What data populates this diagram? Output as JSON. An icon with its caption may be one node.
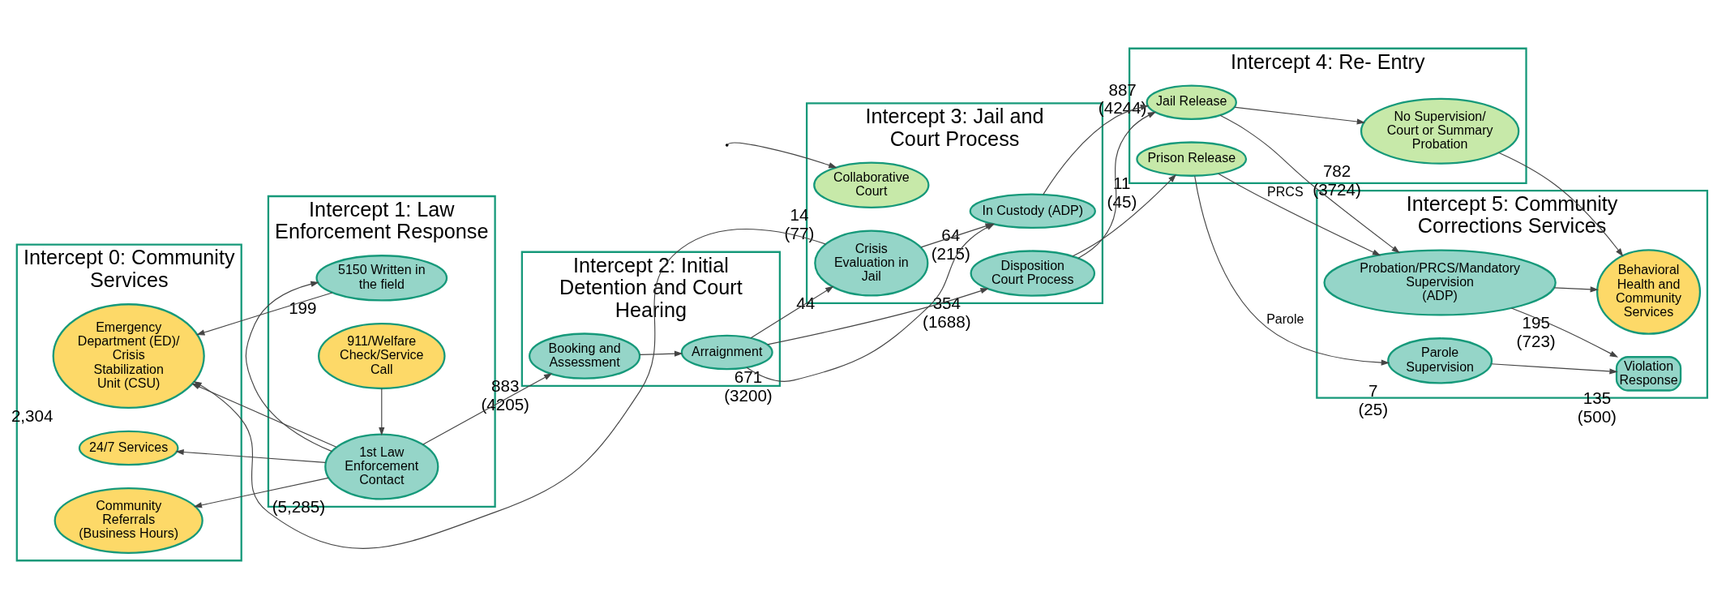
{
  "diagram": {
    "nodes": [
      {
        "text": [
          "Intercept 0: Community Services"
        ]
      },
      {
        "text": [
          "Intercept 1: Law Enforcement Response"
        ]
      },
      {
        "text": [
          "Intercept 2: Initial Detention and Court Hearing"
        ]
      },
      {
        "text": [
          "Intercept 3: Jail and Court Process"
        ]
      },
      {
        "text": [
          "Intercept 4: Re- Entry"
        ]
      },
      {
        "text": [
          "Intercept 5: Community Corrections Services"
        ]
      },
      {
        "text": [
          "Emergency Department (ED)/ Crisis Stabilization Unit (CSU)"
        ],
        "in": 0,
        "beside": [
          "2,304"
        ]
      },
      {
        "text": [
          "24/7 Services"
        ],
        "in": 0
      },
      {
        "text": [
          "Community Referrals (Business Hours)"
        ],
        "in": 0
      },
      {
        "text": [
          "911/Welfare Check/Service Call"
        ],
        "in": 1
      },
      {
        "text": [
          "1st Law Enforcement Contact"
        ],
        "in": 1,
        "beside": [
          "(5,285)"
        ]
      },
      {
        "text": [
          "5150 Written in the field"
        ],
        "in": 1,
        "beside": [
          "199"
        ]
      },
      {
        "text": [
          "Booking and Assessment"
        ],
        "in": 2,
        "beside": [
          "883 (4205)"
        ]
      },
      {
        "text": [
          "Arraignment"
        ],
        "in": 2,
        "beside": [
          "671 (3200)"
        ]
      },
      {
        "text": [
          "Collaborative Court"
        ],
        "in": 3,
        "beside": [
          "14 (77)"
        ]
      },
      {
        "text": [
          "Disposition Court Process"
        ],
        "in": 3,
        "beside": [
          "354 (1688)"
        ]
      },
      {
        "text": [
          "Crisis Evaluation in Jail"
        ],
        "in": 3,
        "beside": [
          "44"
        ]
      },
      {
        "text": [
          "In Custody (ADP)"
        ],
        "in": 3,
        "beside": [
          "64 (215)"
        ]
      },
      {
        "text": [
          "Prison Release"
        ],
        "in": 4,
        "beside": [
          "11 (45)"
        ]
      },
      {
        "text": [
          "Jail Release"
        ],
        "in": 4,
        "beside": [
          "887 (4244)"
        ]
      },
      {
        "text": [
          "No Supervision/ Court or Summary Probation"
        ],
        "in": 4,
        "beside": [
          "782 (3724)"
        ]
      },
      {
        "text": [
          "Parole Supervision"
        ],
        "in": 5,
        "beside": [
          "7 (25)"
        ]
      },
      {
        "text": [
          "Violation Response"
        ],
        "in": 5,
        "beside": [
          "135 (500)"
        ]
      },
      {
        "text": [
          "Probation/PRCS/Mandatory Supervision (ADP)"
        ],
        "in": 5,
        "beside": [
          "195 (723)"
        ]
      },
      {
        "text": [
          "Behavioral Health and Community Services"
        ],
        "in": 5
      }
    ],
    "edges": [
      {
        "from": 9,
        "to": 10,
        "arrow": "to"
      },
      {
        "from": 10,
        "to": 6,
        "arrow": "to"
      },
      {
        "from": 10,
        "to": 7,
        "arrow": "to"
      },
      {
        "from": 10,
        "to": 8,
        "arrow": "to"
      },
      {
        "from": 10,
        "to": 12,
        "arrow": "to"
      },
      {
        "from": 10,
        "to": 11,
        "arrow": "to"
      },
      {
        "from": 11,
        "to": 6,
        "arrow": "to"
      },
      {
        "from": 16,
        "to": 6,
        "arrow": "to"
      },
      {
        "from": 12,
        "to": 13,
        "arrow": "to"
      },
      {
        "from": null,
        "to": 14,
        "arrow": "to"
      },
      {
        "from": 13,
        "to": 15,
        "arrow": "to"
      },
      {
        "from": 13,
        "to": 16,
        "arrow": "to"
      },
      {
        "from": 13,
        "to": 17,
        "arrow": "to"
      },
      {
        "from": 16,
        "to": 17,
        "arrow": "to"
      },
      {
        "from": 17,
        "to": 19,
        "arrow": "to"
      },
      {
        "from": 15,
        "to": 18,
        "arrow": "to"
      },
      {
        "from": 15,
        "to": 19,
        "arrow": "to"
      },
      {
        "from": 18,
        "to": 21,
        "arrow": "to",
        "label": "Parole"
      },
      {
        "from": 18,
        "to": 23,
        "arrow": "to",
        "label": "PRCS"
      },
      {
        "from": 19,
        "to": 23,
        "arrow": "to"
      },
      {
        "from": 19,
        "to": 20,
        "arrow": "to"
      },
      {
        "from": 21,
        "to": 22,
        "arrow": "to"
      },
      {
        "from": 23,
        "to": 22,
        "arrow": "to"
      },
      {
        "from": 23,
        "to": 24,
        "arrow": "to"
      },
      {
        "from": 20,
        "to": 24,
        "arrow": "to"
      }
    ]
  }
}
